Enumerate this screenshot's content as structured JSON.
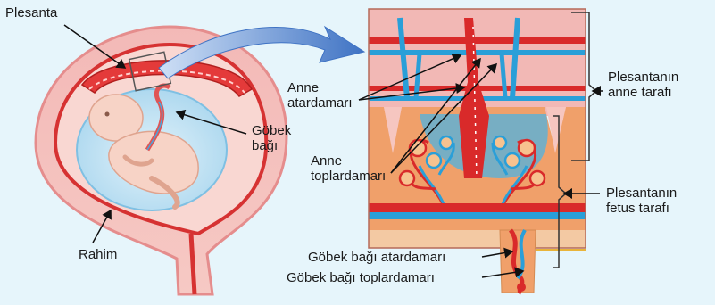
{
  "labels": {
    "plesanta": "Plesanta",
    "rahim": "Rahim",
    "gobek_bagi": [
      "Göbek",
      "bağı"
    ],
    "anne_atardamari": [
      "Anne",
      "atardamarı"
    ],
    "anne_toplardamari": [
      "Anne",
      "toplardamarı"
    ],
    "gobek_bagi_atardamari": "Göbek bağı atardamarı",
    "gobek_bagi_toplardamari": "Göbek bağı toplardamarı",
    "anne_tarafi": [
      "Plesantanın",
      "anne tarafı"
    ],
    "fetus_tarafi": [
      "Plesantanın",
      "fetus tarafı"
    ]
  },
  "colors": {
    "background": "#e6f5fb",
    "artery_red": "#d92a2a",
    "vein_blue": "#2a9fd8",
    "maternal_tissue": "#f2b8b5",
    "fetal_tissue": "#f0a06a",
    "amniotic_fluid": "#bfe3f3",
    "label_text": "#1a1a1a",
    "arrow_blue": "#3f73c4"
  }
}
